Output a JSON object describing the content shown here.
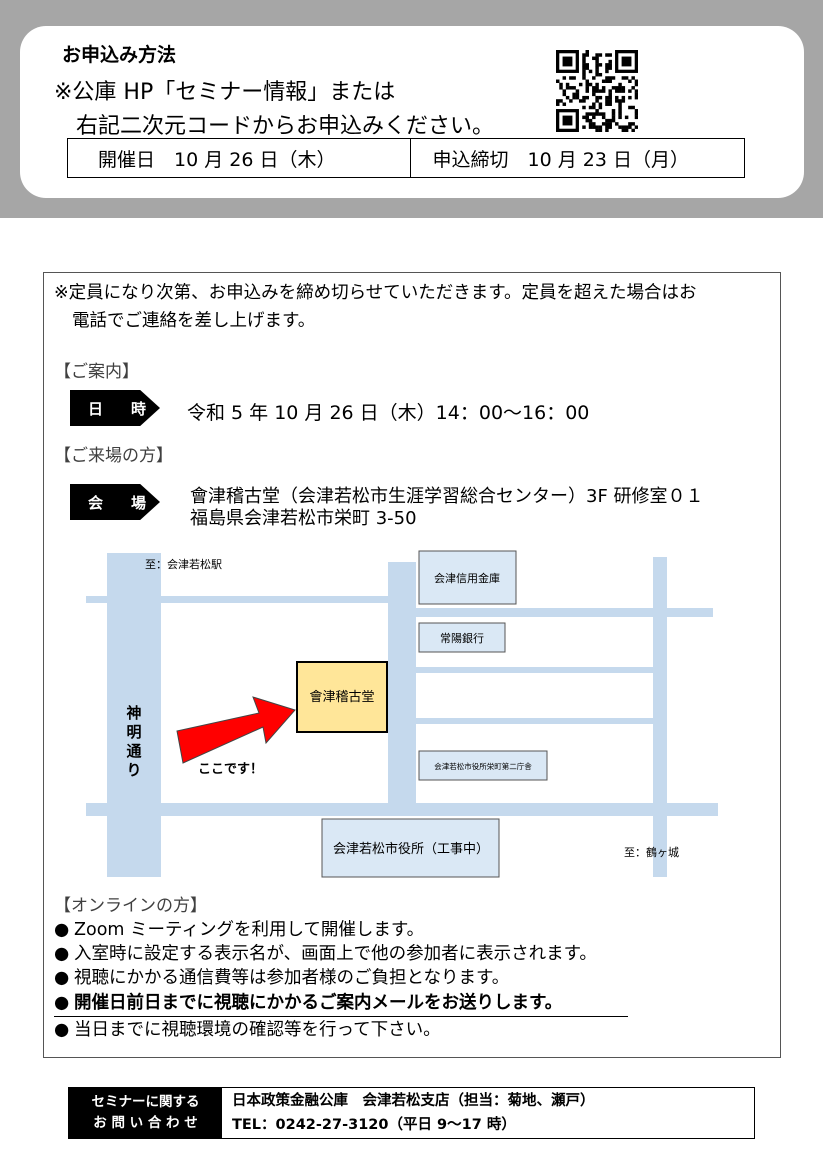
{
  "apply": {
    "title": "お申込み方法",
    "line1": "※公庫 HP「セミナー情報」または",
    "line2": "右記二次元コードからお申込みください。",
    "event_date": "開催日　10 月 26 日（木）",
    "deadline": "申込締切　10 月 23 日（月）"
  },
  "notice": {
    "line1": "※定員になり次第、お申込みを締め切らせていただきます。定員を超えた場合はお",
    "line2": "電話でご連絡を差し上げます。"
  },
  "guide": {
    "heading": "【ご案内】",
    "date_tag": "日時",
    "date_text": "令和 5 年 10 月 26 日（木）14：00〜16：00"
  },
  "venue": {
    "heading": "【ご来場の方】",
    "tag": "会場",
    "name": "會津稽古堂（会津若松市生涯学習総合センター）3F 研修室０１",
    "address": "福島県会津若松市栄町 3-50"
  },
  "map": {
    "to_station": "至：会津若松駅",
    "to_castle": "至：鶴ヶ城",
    "street_name": "神明通り",
    "bank1": "会津信用金庫",
    "bank2": "常陽銀行",
    "venue_label": "會津稽古堂",
    "here": "ここです！",
    "annex": "会津若松市役所栄町第二庁舎",
    "city_hall": "会津若松市役所（工事中）",
    "colors": {
      "road": "#c5d9ed",
      "venue_fill": "#ffe699",
      "arrow": "#ff0000"
    }
  },
  "online": {
    "heading": "【オンラインの方】",
    "bullets": [
      "Zoom ミーティングを利用して開催します。",
      "入室時に設定する表示名が、画面上で他の参加者に表示されます。",
      "視聴にかかる通信費等は参加者様のご負担となります。",
      "開催日前日までに視聴にかかるご案内メールをお送りします。",
      "当日までに視聴環境の確認等を行って下さい。"
    ]
  },
  "footer": {
    "label1": "セミナーに関する",
    "label2": "お 問 い 合 わ せ",
    "org": "日本政策金融公庫　会津若松支店（担当：菊地、瀬戸）",
    "tel": "TEL：0242-27-3120（平日 9〜17 時）"
  }
}
